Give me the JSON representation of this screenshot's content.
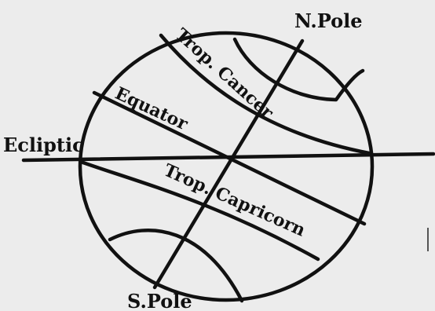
{
  "diagram": {
    "labels": {
      "north_pole": "N.Pole",
      "south_pole": "S.Pole",
      "ecliptic": "Ecliptic",
      "equator": "Equator",
      "tropic_cancer": "Trop. Cancer",
      "tropic_capricorn": "Trop. Capricorn"
    },
    "colors": {
      "ink": "#111111",
      "paper": "#ececec"
    }
  }
}
